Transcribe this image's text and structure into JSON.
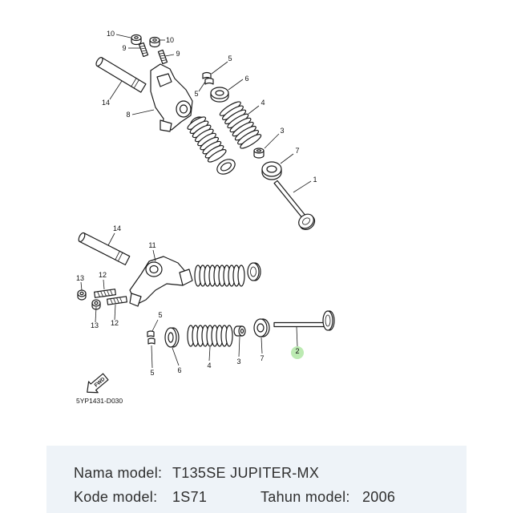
{
  "diagram": {
    "labels": [
      "10",
      "10",
      "9",
      "9",
      "5",
      "6",
      "5",
      "14",
      "8",
      "4",
      "3",
      "7",
      "1",
      "14",
      "11",
      "13",
      "12",
      "13",
      "12",
      "5",
      "5",
      "6",
      "4",
      "3",
      "7",
      "2"
    ],
    "fwd_label": "FWD",
    "code": "5YP1431-D030"
  },
  "info": {
    "nama_model_label": "Nama model:",
    "nama_model_value": "T135SE JUPITER-MX",
    "kode_model_label": "Kode model:",
    "kode_model_value": "1S71",
    "tahun_model_label": "Tahun model:",
    "tahun_model_value": "2006"
  },
  "colors": {
    "panel_background": "#eef3f8",
    "highlight_marker": "#8fdc7f"
  }
}
